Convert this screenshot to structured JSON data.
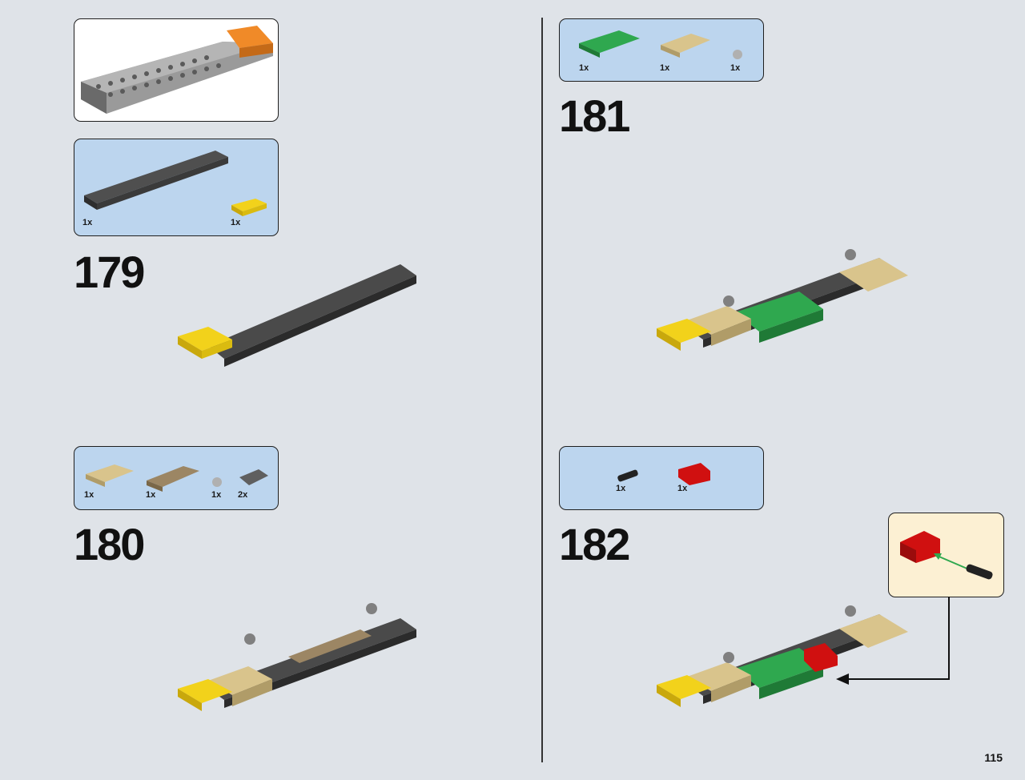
{
  "page": {
    "number": "115"
  },
  "steps": [
    {
      "id": "179",
      "number": "179",
      "parts": [
        {
          "qty": "1x"
        },
        {
          "qty": "1x"
        }
      ]
    },
    {
      "id": "180",
      "number": "180",
      "parts": [
        {
          "qty": "1x"
        },
        {
          "qty": "1x"
        },
        {
          "qty": "1x"
        },
        {
          "qty": "2x"
        }
      ]
    },
    {
      "id": "181",
      "number": "181",
      "parts": [
        {
          "qty": "1x"
        },
        {
          "qty": "1x"
        },
        {
          "qty": "1x"
        }
      ]
    },
    {
      "id": "182",
      "number": "182",
      "parts": [
        {
          "qty": "1x"
        },
        {
          "qty": "1x"
        }
      ]
    }
  ],
  "colors": {
    "dark_gray": "#4a4a4a",
    "tan": "#d9c48c",
    "dark_tan": "#9c8664",
    "green": "#2fa84f",
    "yellow": "#f2d21b",
    "red": "#d01010",
    "orange": "#f08a28",
    "callout_bg": "#bcd5ee",
    "subassembly_bg": "#fcf0d3"
  }
}
